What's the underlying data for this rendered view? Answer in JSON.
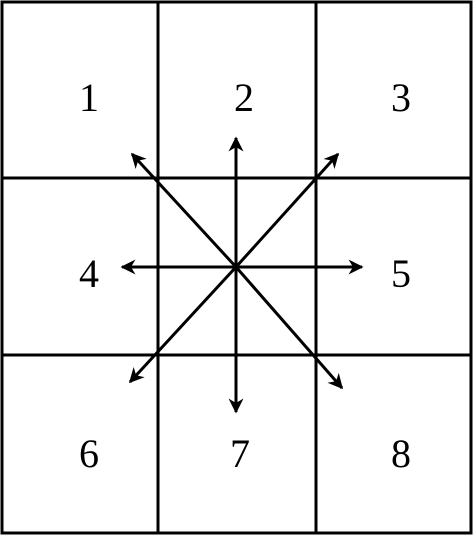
{
  "grid": {
    "rows": 3,
    "cols": 3,
    "cells": [
      {
        "label": "1"
      },
      {
        "label": "2"
      },
      {
        "label": "3"
      },
      {
        "label": "4"
      },
      {
        "label": ""
      },
      {
        "label": "5"
      },
      {
        "label": "6"
      },
      {
        "label": "7"
      },
      {
        "label": "8"
      }
    ]
  },
  "arrows": {
    "count": 8,
    "directions": [
      "up-left",
      "up",
      "up-right",
      "left",
      "right",
      "down-left",
      "down",
      "down-right"
    ]
  },
  "colors": {
    "line": "#000000",
    "background": "#ffffff"
  }
}
